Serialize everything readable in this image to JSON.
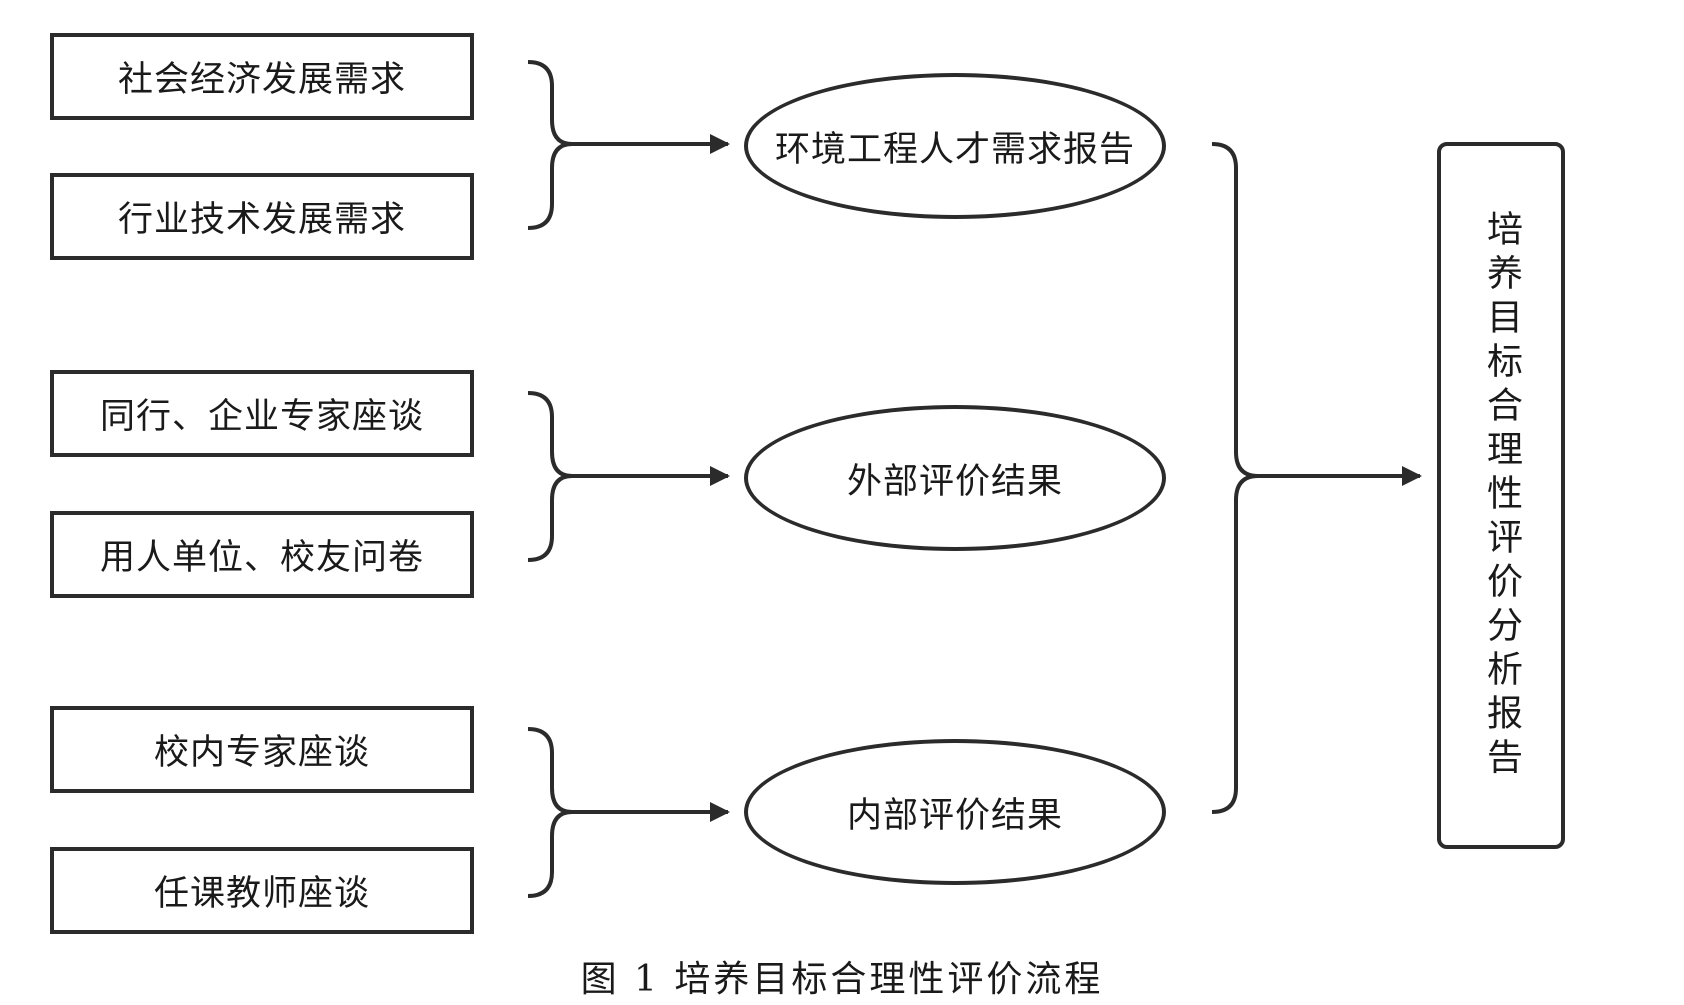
{
  "inputs": [
    {
      "label": "社会经济发展需求"
    },
    {
      "label": "行业技术发展需求"
    },
    {
      "label": "同行、企业专家座谈"
    },
    {
      "label": "用人单位、校友问卷"
    },
    {
      "label": "校内专家座谈"
    },
    {
      "label": "任课教师座谈"
    }
  ],
  "results": [
    {
      "label": "环境工程人才需求报告"
    },
    {
      "label": "外部评价结果"
    },
    {
      "label": "内部评价结果"
    }
  ],
  "output": {
    "label": "培养目标合理性评价分析报告"
  },
  "caption": "图 1  培养目标合理性评价流程"
}
